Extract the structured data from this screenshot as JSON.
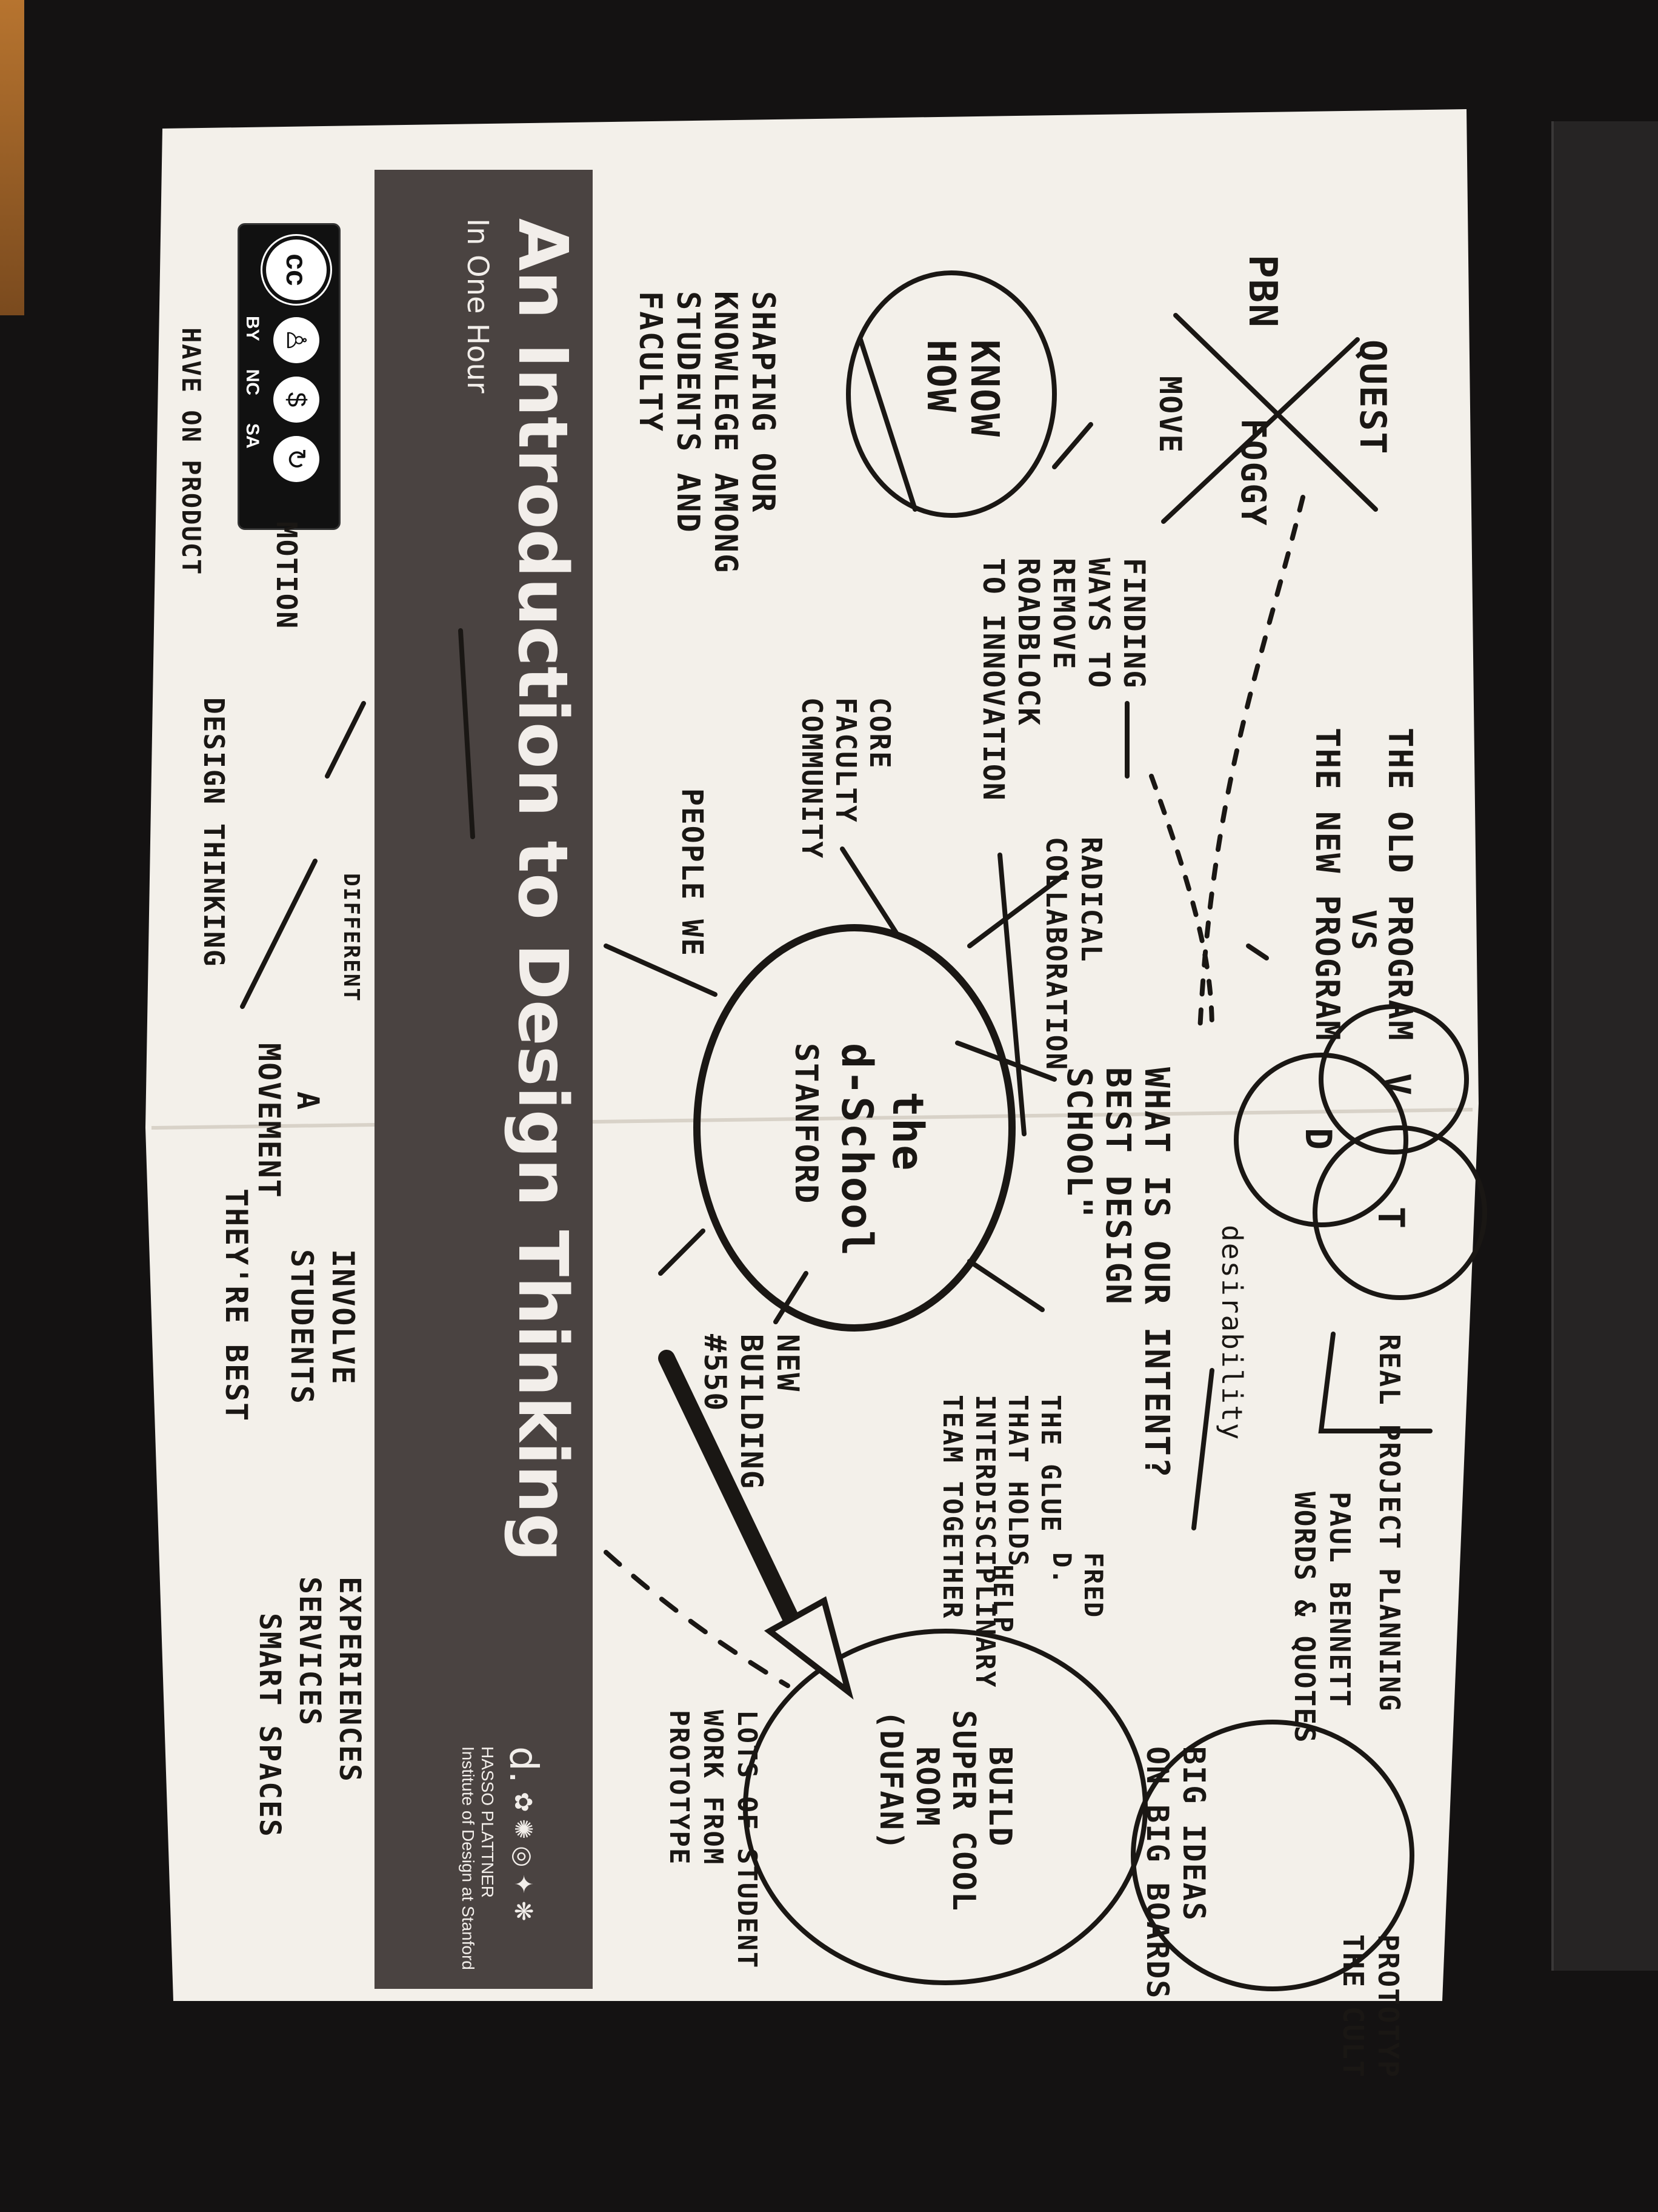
{
  "photo": {
    "background_color": "#141212",
    "paper_color": "#f3f0ea",
    "banner_color": "#4a4341",
    "ink_color": "#1a1714"
  },
  "cover": {
    "title": "An Introduction to Design Thinking",
    "subtitle": "In One Hour",
    "publisher_mark": "d.",
    "publisher_line1": "HASSO PLATTNER",
    "publisher_line2": "Institute of Design at Stanford",
    "license": {
      "cc": "cc",
      "by": "BY",
      "nc": "NC",
      "sa": "SA"
    }
  },
  "sketch": {
    "old_vs_new": [
      "THE OLD PROGRAM",
      "VS",
      "THE NEW PROGRAM"
    ],
    "quest": "QUEST",
    "foggy": "FOGGY",
    "pbn": "PBN",
    "move": "MOVE",
    "know_how": [
      "KNOW",
      "HOW"
    ],
    "finding_ways": [
      "FINDING",
      "WAYS TO",
      "REMOVE",
      "ROADBLOCK",
      "TO INNOVATION"
    ],
    "radical_collab": [
      "RADICAL",
      "COLLABORATION"
    ],
    "core_faculty": [
      "CORE",
      "FACULTY",
      "COMMUNITY"
    ],
    "people_we": "PEOPLE WE",
    "shaping": [
      "SHAPING OUR",
      "KNOWLEGE AMONG",
      "STUDENTS AND",
      "FACULTY"
    ],
    "dschool": [
      "the",
      "d-School",
      "STANFORD"
    ],
    "intent": [
      "WHAT IS OUR INTENT?",
      "BEST DESIGN",
      "SCHOOL\""
    ],
    "desirability": "desirability",
    "venn": [
      "D",
      "V",
      "T"
    ],
    "real_project": [
      "REAL PROJECT PLANNING"
    ],
    "paul_bennett": [
      "PAUL BENNETT",
      "WORDS & QUOTES"
    ],
    "big_ideas": [
      "BIG IDEAS",
      "ON BIG BOARDS"
    ],
    "prototype_cult": [
      "PROTOTYP",
      "THE CULT"
    ],
    "glue": [
      "THE GLUE",
      "THAT HOLDS",
      "INTERDISCIPLINARY",
      "TEAM TOGETHER"
    ],
    "fred": [
      "FRED",
      "D."
    ],
    "help": "HELP",
    "build_room": [
      "BUILD",
      "SUPER COOL",
      "ROOM",
      "(DUFAN)"
    ],
    "lots_of_student": [
      "LOTS OF STUDENT",
      "WORK FROM",
      "PROTOTYPE"
    ],
    "new_building": [
      "NEW",
      "BUILDING",
      "#550"
    ],
    "involve_students": [
      "INVOLVE",
      "STUDENTS",
      "THEY'RE BEST"
    ],
    "a_movement": [
      "A",
      "MOVEMENT"
    ],
    "experiences": [
      "EXPERIENCES",
      "SERVICES",
      "SMART SPACES"
    ],
    "design_thinking": "DESIGN THINKING",
    "have_on_product": "HAVE ON PRODUCT",
    "motion": "MOTION",
    "different": "DIFFERENT"
  }
}
